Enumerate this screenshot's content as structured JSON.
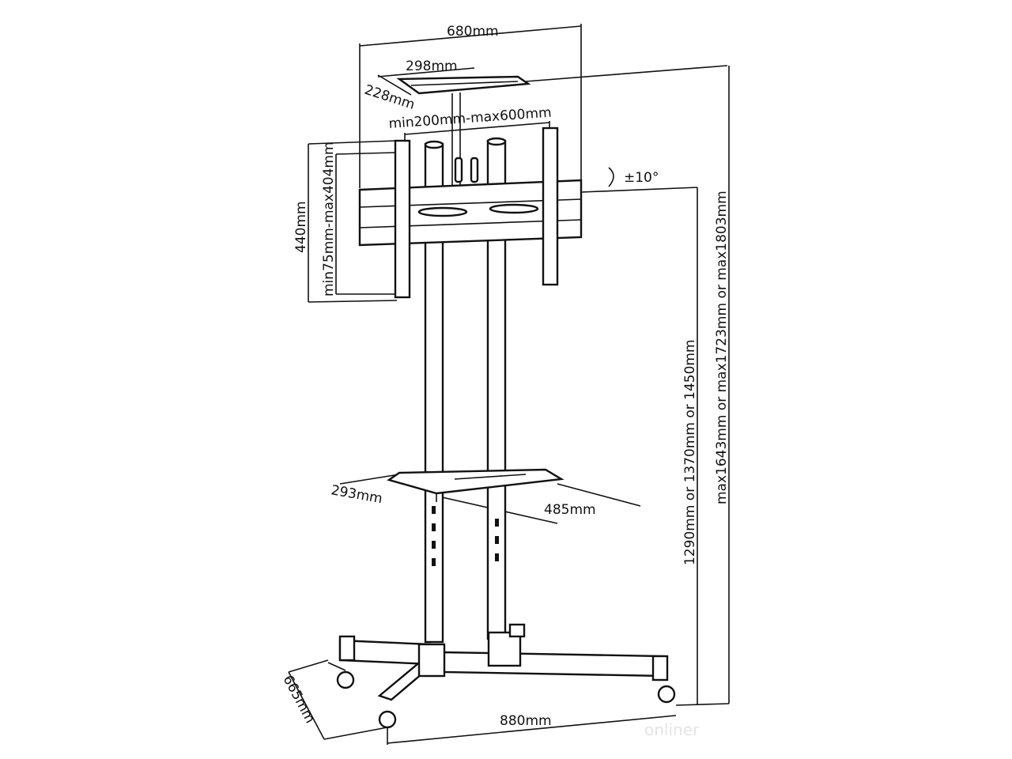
{
  "title": "Mobile TV stand dimension diagram",
  "dimensions": {
    "overall_width_top": "680mm",
    "top_shelf_width": "298mm",
    "top_shelf_depth": "228mm",
    "bracket_spacing": "min200mm-max600mm",
    "tilt": "±10°",
    "mount_height": "440mm",
    "vesa_vertical": "min75mm-max404mm",
    "middle_shelf_depth": "293mm",
    "middle_shelf_width": "485mm",
    "mount_center_height": "1290mm or 1370mm or 1450mm",
    "overall_height": "max1643mm or max1723mm or max1803mm",
    "base_depth": "665mm",
    "base_width": "880mm"
  },
  "watermark": "onliner"
}
